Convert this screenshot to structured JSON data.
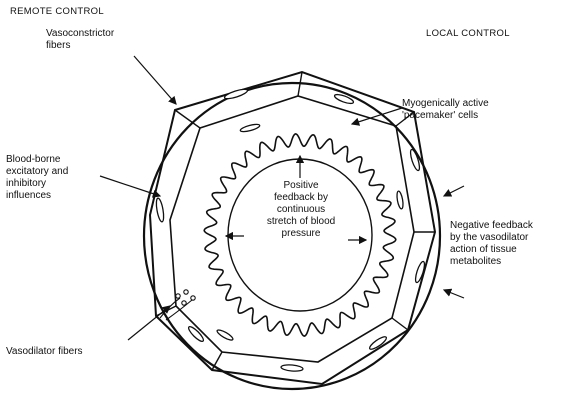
{
  "headings": {
    "remote": "REMOTE CONTROL",
    "local": "LOCAL CONTROL"
  },
  "labels": {
    "vasoconstrictor": [
      "Vasoconstrictor",
      "fibers"
    ],
    "bloodborne": [
      "Blood-borne",
      "excitatory and",
      "inhibitory",
      "influences"
    ],
    "vasodilator": "Vasodilator fibers",
    "myogenic": [
      "Myogenically active",
      "'pacemaker' cells"
    ],
    "positive": [
      "Positive",
      "feedback by",
      "continuous",
      "stretch of blood",
      "pressure"
    ],
    "negative": [
      "Negative feedback",
      "by the vasodilator",
      "action of tissue",
      "metabolites"
    ]
  },
  "colors": {
    "ink": "#111111",
    "paper": "#ffffff"
  }
}
